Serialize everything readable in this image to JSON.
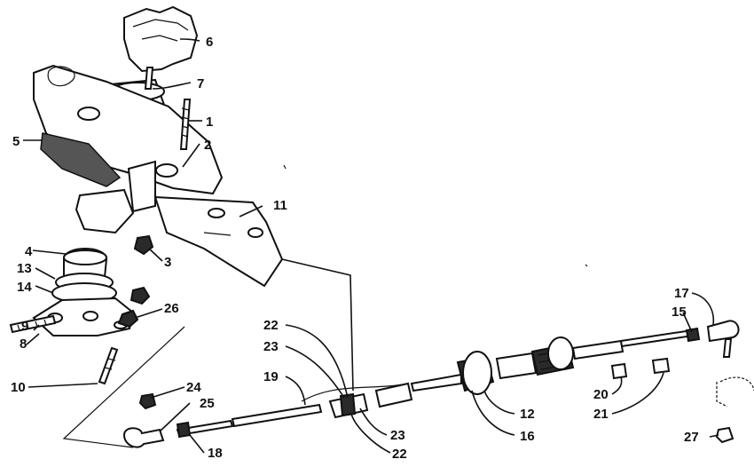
{
  "callouts": {
    "c1": "1",
    "c2": "2",
    "c3": "3",
    "c4": "4",
    "c5": "5",
    "c6": "6",
    "c7": "7",
    "c8": "8",
    "c9": "9",
    "c10": "10",
    "c11": "11",
    "c12": "12",
    "c13": "13",
    "c14": "14",
    "c15": "15",
    "c16": "16",
    "c17": "17",
    "c18": "18",
    "c19": "19",
    "c20": "20",
    "c21": "21",
    "c22a": "22",
    "c22b": "22",
    "c23a": "23",
    "c23b": "23",
    "c24": "24",
    "c25": "25",
    "c26": "26",
    "c27": "27"
  }
}
